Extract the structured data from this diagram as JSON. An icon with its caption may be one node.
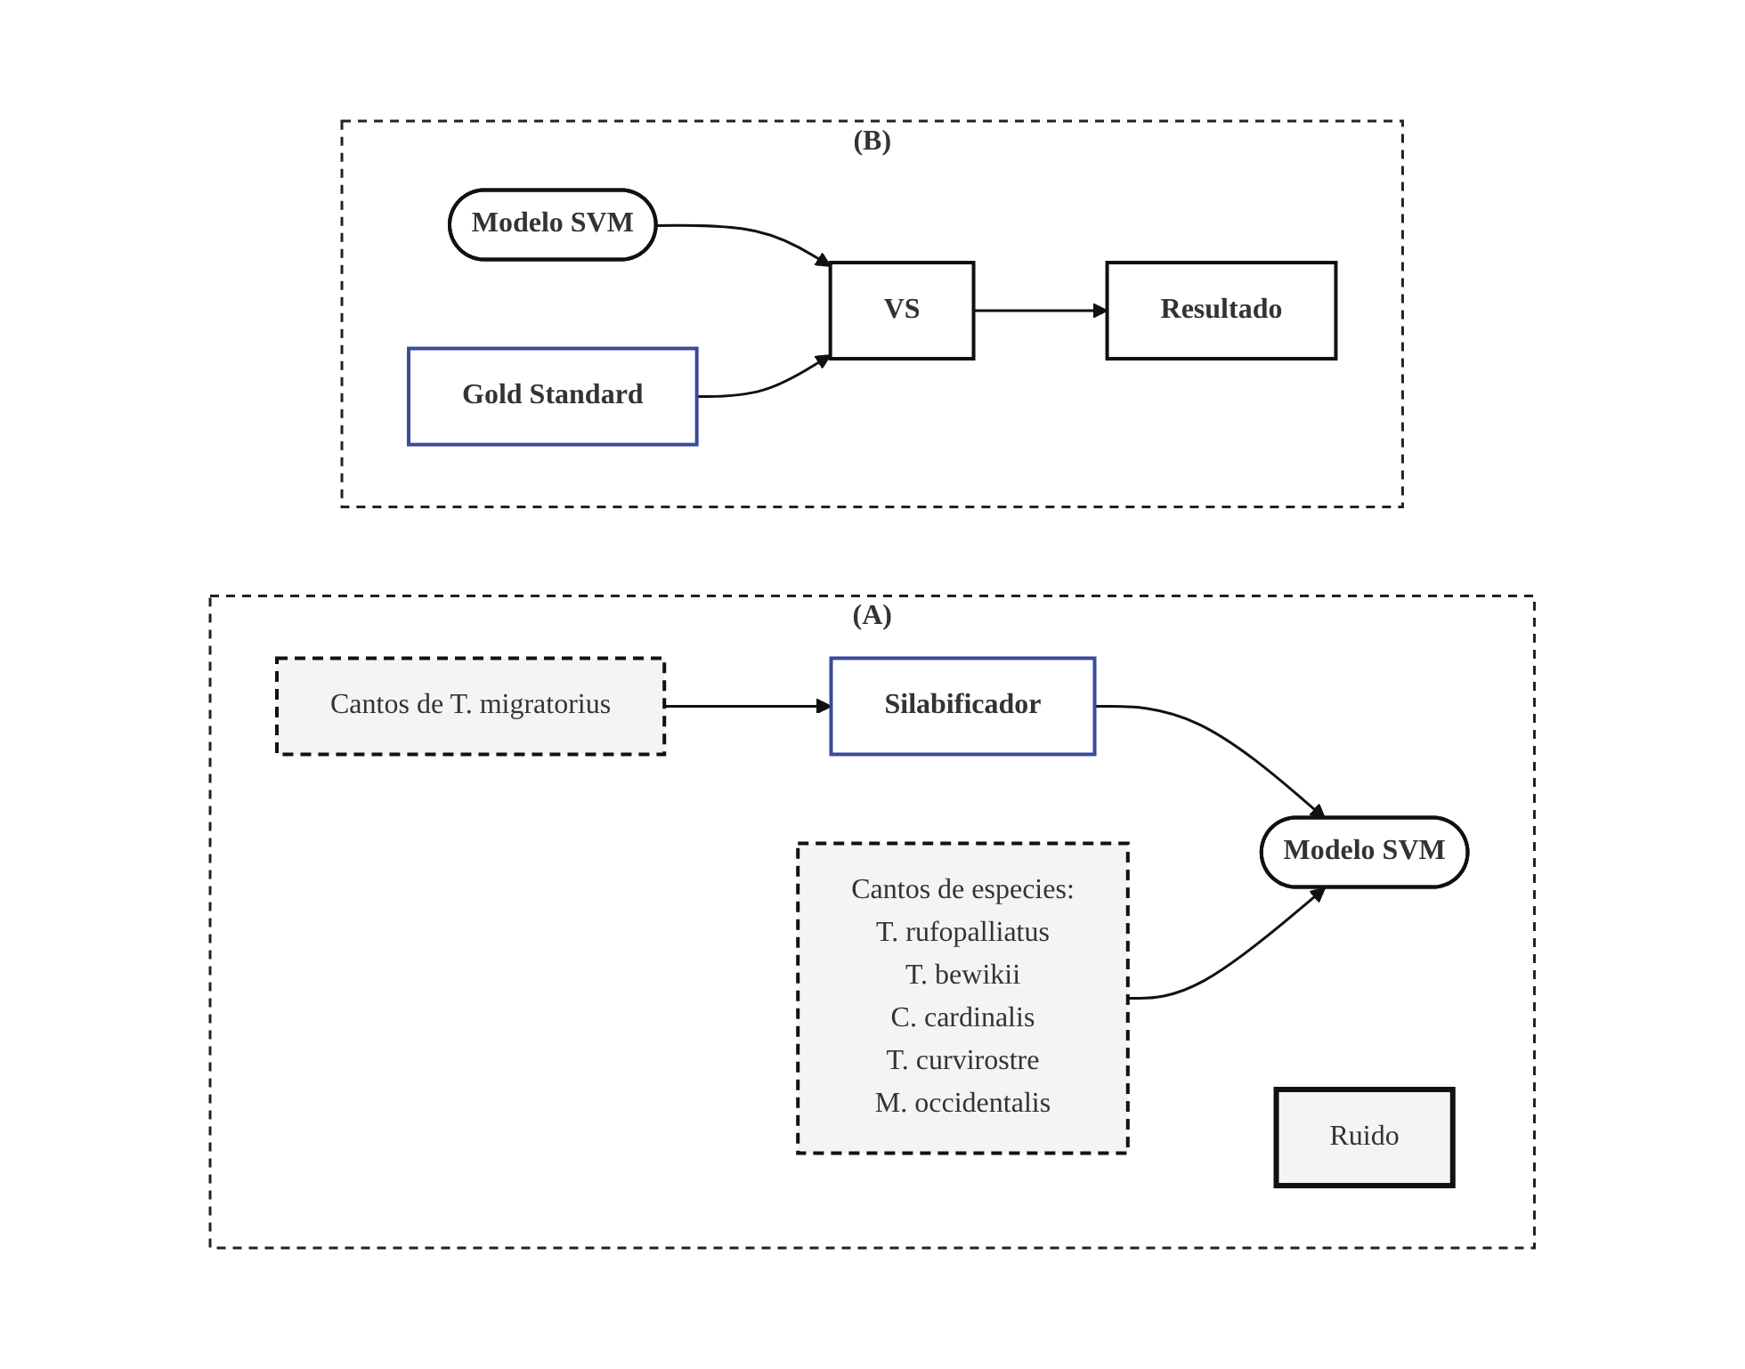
{
  "diagram": {
    "nodes": [
      {
        "text": [
          "(A)"
        ]
      },
      {
        "text": [
          "Cantos de T. migratorius"
        ],
        "in": 0
      },
      {
        "text": [
          "Silabificador"
        ],
        "in": 0
      },
      {
        "text": [
          "Modelo SVM"
        ],
        "in": 0
      },
      {
        "text": [
          "Cantos de especies:",
          "T. rufopalliatus",
          "T. bewikii",
          "C. cardinalis",
          "T. curvirostre",
          "M. occidentalis"
        ],
        "in": 0
      },
      {
        "text": [
          "Ruido"
        ],
        "in": 0
      },
      {
        "text": [
          "(B)"
        ]
      },
      {
        "text": [
          "Modelo SVM"
        ],
        "in": 6
      },
      {
        "text": [
          "VS"
        ],
        "in": 6
      },
      {
        "text": [
          "Gold Standard"
        ],
        "in": 6
      },
      {
        "text": [
          "Resultado"
        ],
        "in": 6
      }
    ],
    "edges": [
      {
        "from": 1,
        "to": 2,
        "arrow": "to"
      },
      {
        "from": 2,
        "to": 3,
        "arrow": "to"
      },
      {
        "from": 4,
        "to": 3,
        "arrow": "to"
      },
      {
        "from": 7,
        "to": 8,
        "arrow": "to"
      },
      {
        "from": 9,
        "to": 8,
        "arrow": "to"
      },
      {
        "from": 8,
        "to": 10,
        "arrow": "to"
      }
    ]
  }
}
